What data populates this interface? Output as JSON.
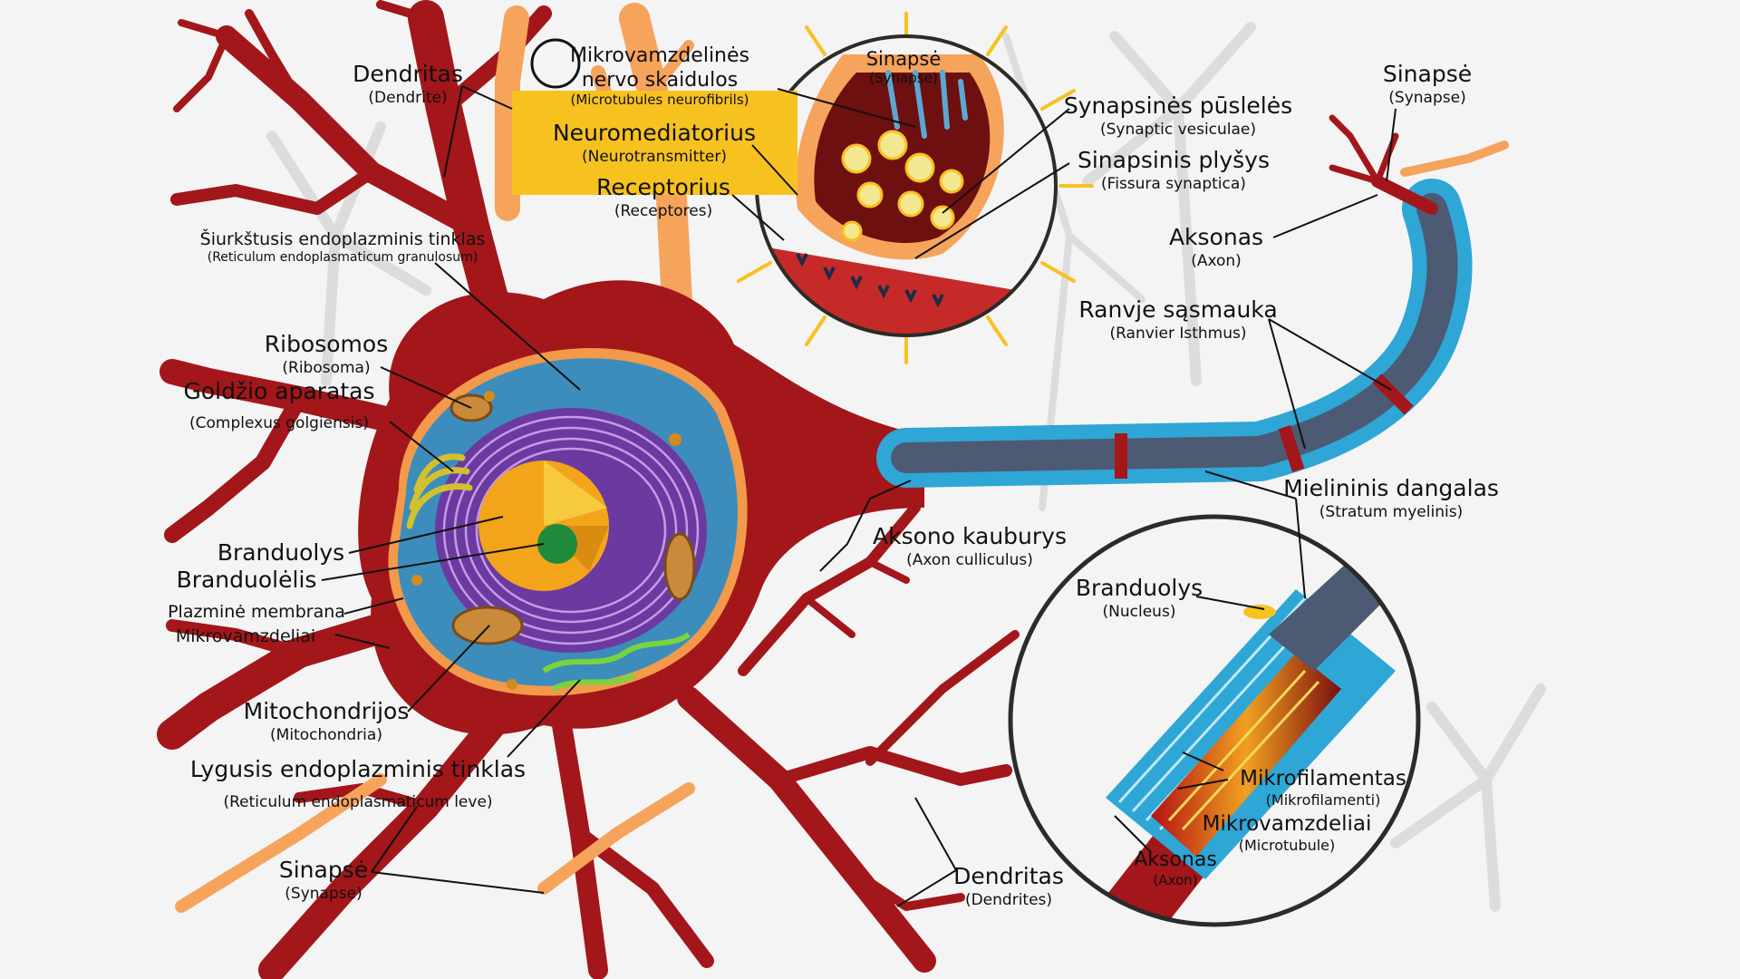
{
  "colors": {
    "background": "#f4f4f4",
    "neuron": "#a3161a",
    "cytoplasm": "#3c8dbb",
    "nucleus_envelope": "#6b3aa0",
    "nucleus": "#f2a51a",
    "nucleolus": "#1f8a3a",
    "myelin": "#2ea6d6",
    "axon_core": "#4d5a73",
    "golgi": "#c9b32a",
    "synapse_orange": "#f6a35c",
    "highlight_yellow": "#f7c21f"
  },
  "labels": {
    "dendritas_top": {
      "name": "Dendritas",
      "latin": "(Dendrite)"
    },
    "mikrovamzdelines": {
      "line1": "Mikrovamzdelinės",
      "line2": "nervo skaidulos",
      "latin": "(Microtubules neurofibrils)"
    },
    "neuromediatorius": {
      "name": "Neuromediatorius",
      "latin": "(Neurotransmitter)"
    },
    "receptorius": {
      "name": "Receptorius",
      "latin": "(Receptores)"
    },
    "sinapse_inset": {
      "name": "Sinapsė",
      "latin": "(Synapse)"
    },
    "sinapse_right": {
      "name": "Sinapsė",
      "latin": "(Synapse)"
    },
    "synapsines_puseles": {
      "name": "Synapsinės pūslelės",
      "latin": "(Synaptic vesiculae)"
    },
    "sinapsinis_plysys": {
      "name": "Sinapsinis plyšys",
      "latin": "(Fissura synaptica)"
    },
    "aksonas_right": {
      "name": "Aksonas",
      "latin": "(Axon)"
    },
    "ranvje": {
      "name": "Ranvje sąsmauka",
      "latin": "(Ranvier Isthmus)"
    },
    "mielininis": {
      "name": "Mielininis dangalas",
      "latin": "(Stratum myelinis)"
    },
    "aksono_kauburys": {
      "name": "Aksono kauburys",
      "latin": "(Axon culliculus)"
    },
    "siurkstusis": {
      "name": "Šiurkštusis endoplazminis tinklas",
      "latin": "(Reticulum endoplasmaticum granulosum)"
    },
    "ribosomos": {
      "name": "Ribosomos",
      "latin": "(Ribosoma)"
    },
    "goldzio": {
      "name": "Goldžio aparatas",
      "latin": "(Complexus golgiensis)"
    },
    "branduolys_left": {
      "name": "Branduolys"
    },
    "branduolelis": {
      "name": "Branduolėlis"
    },
    "plazmine": {
      "name": "Plazminė membrana"
    },
    "mikrovamzdeliai_left": {
      "name": "Mikrovamzdeliai"
    },
    "mitochondrijos": {
      "name": "Mitochondrijos",
      "latin": "(Mitochondria)"
    },
    "lygusis": {
      "name": "Lygusis endoplazminis tinklas",
      "latin": "(Reticulum endoplasmaticum leve)"
    },
    "sinapse_bottom": {
      "name": "Sinapsė",
      "latin": "(Synapse)"
    },
    "dendritas_bottom": {
      "name": "Dendritas",
      "latin": "(Dendrites)"
    },
    "branduolys_inset": {
      "name": "Branduolys",
      "latin": "(Nucleus)"
    },
    "mikrofilamentas": {
      "name": "Mikrofilamentas",
      "latin": "(Mikrofilamenti)"
    },
    "mikrovamzdeliai_inset": {
      "name": "Mikrovamzdeliai",
      "latin": "(Microtubule)"
    },
    "aksonas_inset": {
      "name": "Aksonas",
      "latin": "(Axon)"
    }
  }
}
